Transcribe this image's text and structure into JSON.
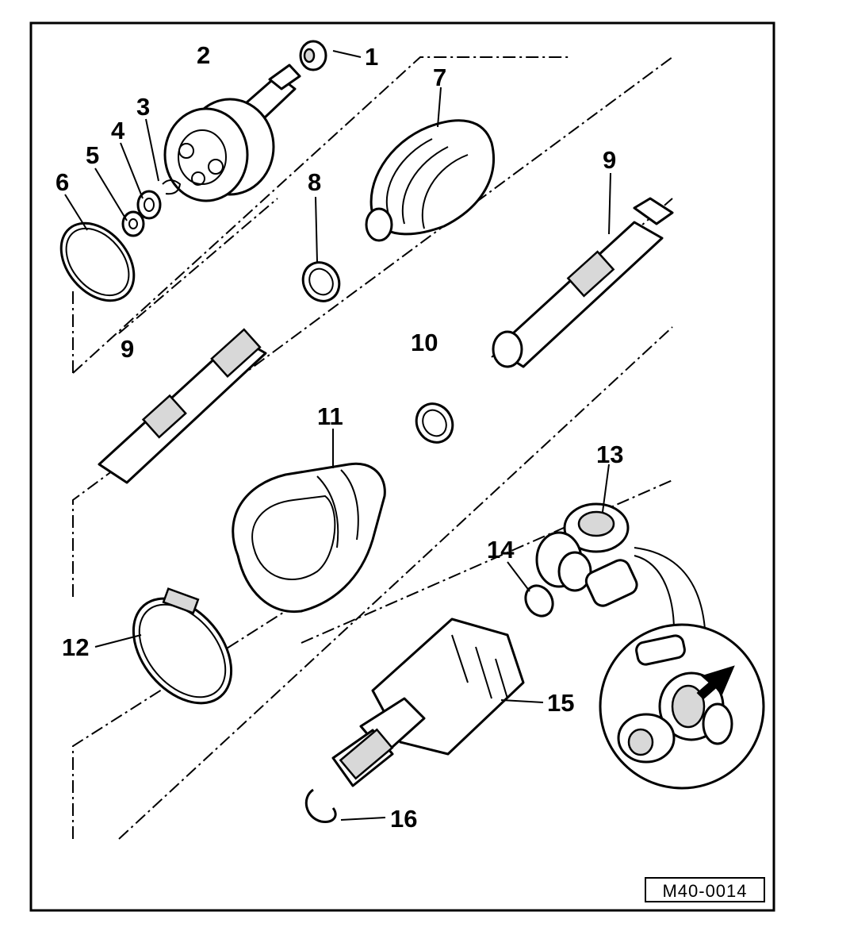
{
  "diagram": {
    "reference_code": "M40-0014",
    "parts": [
      {
        "id": "1",
        "label": "1"
      },
      {
        "id": "2",
        "label": "2"
      },
      {
        "id": "3",
        "label": "3"
      },
      {
        "id": "4",
        "label": "4"
      },
      {
        "id": "5",
        "label": "5"
      },
      {
        "id": "6",
        "label": "6"
      },
      {
        "id": "7",
        "label": "7"
      },
      {
        "id": "8",
        "label": "8"
      },
      {
        "id": "9a",
        "label": "9"
      },
      {
        "id": "9b",
        "label": "9"
      },
      {
        "id": "10",
        "label": "10"
      },
      {
        "id": "11",
        "label": "11"
      },
      {
        "id": "12",
        "label": "12"
      },
      {
        "id": "13",
        "label": "13"
      },
      {
        "id": "14",
        "label": "14"
      },
      {
        "id": "15",
        "label": "15"
      },
      {
        "id": "16",
        "label": "16"
      }
    ]
  }
}
